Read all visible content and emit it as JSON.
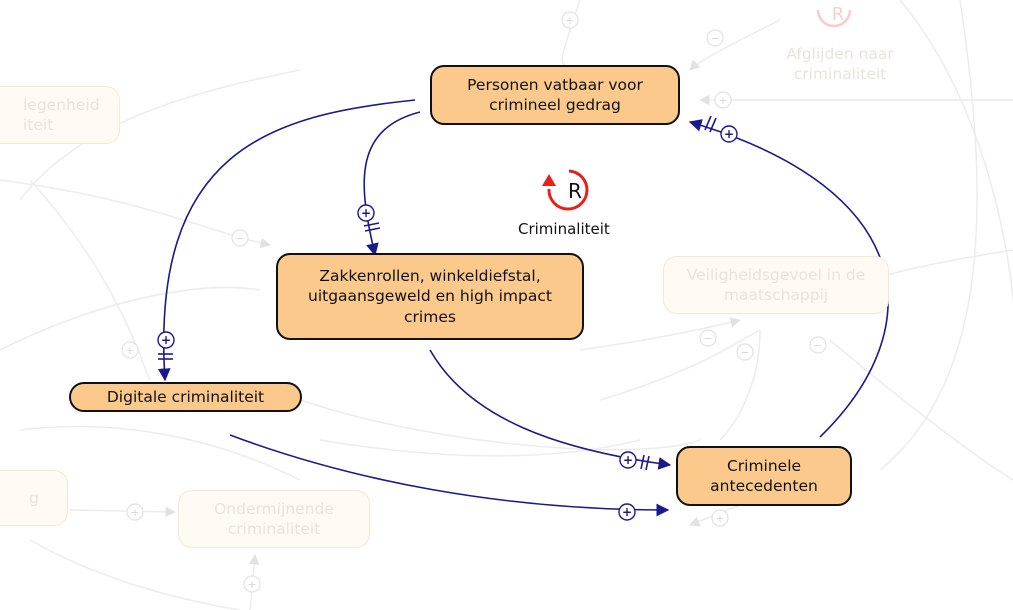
{
  "nodes": {
    "personen": "Personen vatbaar voor crimineel gedrag",
    "zakkenrollen": "Zakkenrollen, winkeldiefstal, uitgaansgeweld en high impact crimes",
    "digitale": "Digitale criminaliteit",
    "antecedenten": "Criminele antecedenten"
  },
  "faded_nodes": {
    "afglijden": "Afglijden naar criminaliteit",
    "veiligheidsgevoel": "Veiligheidsgevoel in de maatschappij",
    "ondermijnende": "Ondermijnende criminaliteit",
    "gelegenheid": "legenheid iteit",
    "left_bottom": "g"
  },
  "loop": {
    "symbol": "R",
    "label": "Criminaliteit",
    "faded_symbol": "R"
  },
  "polarity": {
    "plus": "+",
    "minus": "−"
  },
  "colors": {
    "node_fill": "#fcc98d",
    "link": "#1a1a8c",
    "loop_arrow": "#e8201c",
    "faded_line": "#e6e6e6"
  }
}
